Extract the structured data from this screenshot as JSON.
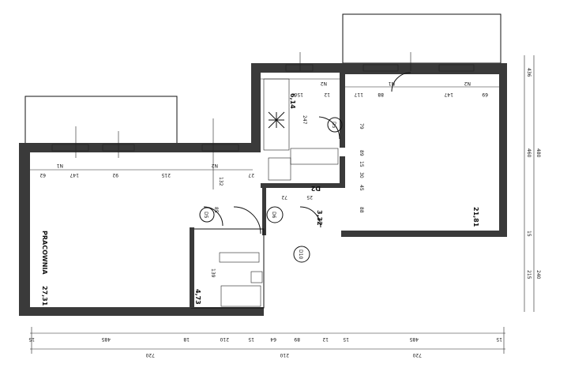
{
  "rooms": {
    "pracownia_name": "PRACOWNIA",
    "pracownia_area": "27,31",
    "right_room_area": "21,81",
    "kitchen_area": "6,14",
    "hall_area": "3,32",
    "small_room_area": "4,73"
  },
  "doors": {
    "d5_top": "D5",
    "d5_left": "D5",
    "d6": "D6",
    "d10": "D10",
    "d2": "D2"
  },
  "bottom_dims": {
    "row1": [
      "15",
      "485",
      "18",
      "210",
      "15",
      "64",
      "89",
      "12",
      "15",
      "485",
      "15"
    ],
    "row2": [
      "720",
      "210",
      "720"
    ]
  },
  "right_dims": [
    "436",
    "480",
    "460",
    "15",
    "240",
    "215"
  ],
  "interior_dims": {
    "top_left": [
      "62",
      "147",
      "92",
      "215",
      "27"
    ],
    "top_right": [
      "150",
      "117",
      "88",
      "147",
      "69",
      "12"
    ],
    "misc": [
      "247",
      "79",
      "89",
      "15",
      "30",
      "45",
      "88",
      "72",
      "25",
      "139",
      "85",
      "132"
    ],
    "notes": [
      "N1",
      "N2",
      "N2",
      "N1",
      "N2"
    ]
  },
  "colors": {
    "wall": "#3a3a3a",
    "line": "#111111"
  }
}
